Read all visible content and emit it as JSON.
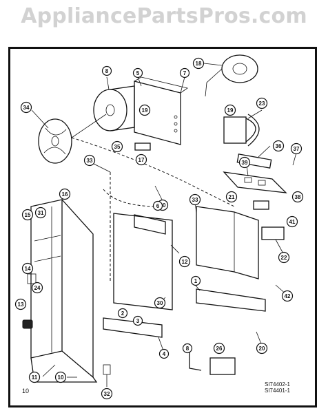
{
  "watermark": "AppliancePartsPros.com",
  "page_number": "10",
  "model_codes": [
    "SI74402-1",
    "SI74401-1"
  ],
  "callouts": [
    {
      "id": "c8a",
      "label": "8"
    },
    {
      "id": "c5",
      "label": "5"
    },
    {
      "id": "c7",
      "label": "7"
    },
    {
      "id": "c18",
      "label": "18"
    },
    {
      "id": "c34",
      "label": "34"
    },
    {
      "id": "c19a",
      "label": "19"
    },
    {
      "id": "c19b",
      "label": "19"
    },
    {
      "id": "c23",
      "label": "23"
    },
    {
      "id": "c35",
      "label": "35"
    },
    {
      "id": "c17",
      "label": "17"
    },
    {
      "id": "c36",
      "label": "36"
    },
    {
      "id": "c37",
      "label": "37"
    },
    {
      "id": "c33a",
      "label": "33"
    },
    {
      "id": "c39",
      "label": "39"
    },
    {
      "id": "c38",
      "label": "38"
    },
    {
      "id": "c16",
      "label": "16"
    },
    {
      "id": "c40",
      "label": "40"
    },
    {
      "id": "c21",
      "label": "21"
    },
    {
      "id": "c33b",
      "label": "33"
    },
    {
      "id": "c6",
      "label": "6"
    },
    {
      "id": "c15",
      "label": "15"
    },
    {
      "id": "c31",
      "label": "31"
    },
    {
      "id": "c41",
      "label": "41"
    },
    {
      "id": "c12",
      "label": "12"
    },
    {
      "id": "c22",
      "label": "22"
    },
    {
      "id": "c14",
      "label": "14"
    },
    {
      "id": "c1",
      "label": "1"
    },
    {
      "id": "c42",
      "label": "42"
    },
    {
      "id": "c24",
      "label": "24"
    },
    {
      "id": "c30",
      "label": "30"
    },
    {
      "id": "c13",
      "label": "13"
    },
    {
      "id": "c2",
      "label": "2"
    },
    {
      "id": "c3",
      "label": "3"
    },
    {
      "id": "c20",
      "label": "20"
    },
    {
      "id": "c4",
      "label": "4"
    },
    {
      "id": "c11",
      "label": "11"
    },
    {
      "id": "c8b",
      "label": "8"
    },
    {
      "id": "c26",
      "label": "26"
    },
    {
      "id": "c10",
      "label": "10"
    },
    {
      "id": "c32",
      "label": "32"
    }
  ]
}
